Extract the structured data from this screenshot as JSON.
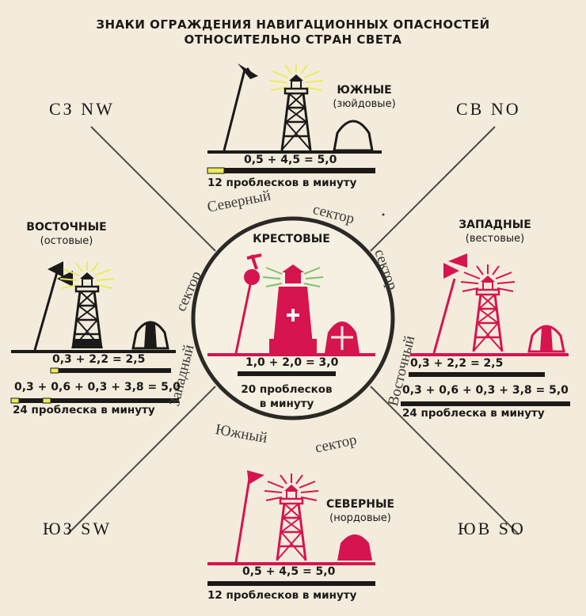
{
  "title": {
    "line1": "ЗНАКИ ОГРАЖДЕНИЯ НАВИГАЦИОННЫХ ОПАСНОСТЕЙ",
    "line2": "ОТНОСИТЕЛЬНО СТРАН СВЕТА"
  },
  "directions": {
    "nw": "СЗ  NW",
    "ne": "СВ  NO",
    "sw": "ЮЗ  SW",
    "se": "ЮВ  SO"
  },
  "sectors": {
    "north_1": "Северный",
    "north_2": "сектор",
    "west_1": "Западный",
    "west_2": "сектор",
    "east_1": "Восточный",
    "east_2": "сектор",
    "south_1": "Южный",
    "south_2": "сектор"
  },
  "south_marks": {
    "name": "ЮЖНЫЕ",
    "alt_name": "(зюйдовые)",
    "formula": "0,5 + 4,5 = 5,0",
    "caption": "12 проблесков в минуту"
  },
  "east_marks": {
    "name": "ВОСТОЧНЫЕ",
    "alt_name": "(остовые)",
    "formula_1": "0,3 + 2,2 = 2,5",
    "formula_2": "0,3 + 0,6 + 0,3 + 3,8 = 5,0",
    "caption": "24 проблеска в минуту"
  },
  "west_marks": {
    "name": "ЗАПАДНЫЕ",
    "alt_name": "(вестовые)",
    "formula_1": "0,3 + 2,2 = 2,5",
    "formula_2": "0,3 + 0,6 + 0,3 + 3,8 = 5,0",
    "caption": "24 проблеска в минуту"
  },
  "cross_marks": {
    "name": "КРЕСТОВЫЕ",
    "formula": "1,0 + 2,0 = 3,0",
    "caption_1": "20 проблесков",
    "caption_2": "в минуту"
  },
  "north_marks": {
    "name": "СЕВЕРНЫЕ",
    "alt_name": "(нордовые)",
    "formula": "0,5 + 4,5 = 5,0",
    "caption": "12 проблесков в минуту"
  },
  "colors": {
    "background": "#f3ecdd",
    "ink": "#1b1a18",
    "red": "#d6144f",
    "light_yellow": "#ecec5a",
    "light_green": "#7fbe6d"
  }
}
